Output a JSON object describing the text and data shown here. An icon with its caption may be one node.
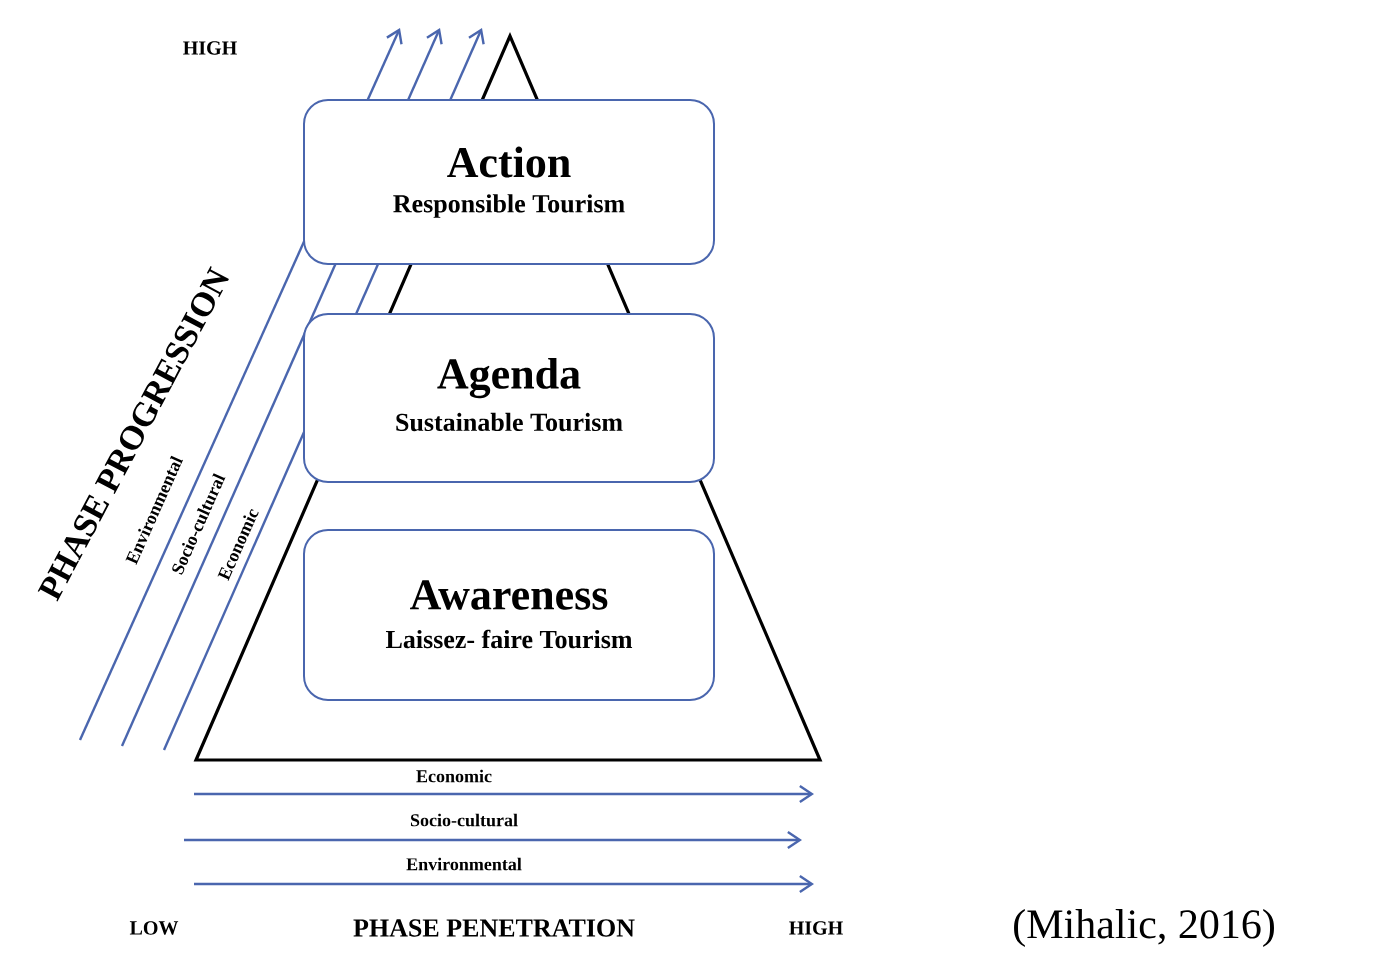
{
  "diagram": {
    "caption": "(Mihalic, 2016)",
    "nodes": [
      {
        "text": [
          "Action",
          "Responsible Tourism"
        ]
      },
      {
        "text": [
          "Agenda",
          "Sustainable Tourism"
        ]
      },
      {
        "text": [
          "Awareness",
          "Laissez- faire Tourism"
        ]
      }
    ],
    "labels": [
      "HIGH",
      "PHASE PROGRESSION",
      "Environmental",
      "Socio-cultural",
      "Economic",
      "Economic",
      "Socio-cultural",
      "Environmental",
      "LOW",
      "PHASE PENETRATION",
      "HIGH"
    ]
  }
}
